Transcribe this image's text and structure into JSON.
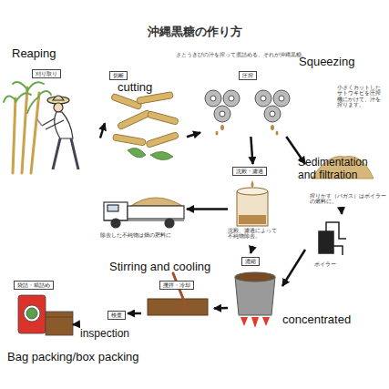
{
  "diagram": {
    "title": "沖縄黒糖の作り方",
    "nodes": [
      {
        "text": [
          "Reaping",
          "刈り取り"
        ]
      },
      {
        "text": [
          "切断",
          "cutting"
        ]
      },
      {
        "text": [
          "圧搾",
          "Squeezing",
          "小さくカットしたサトウキビを圧搾機にかけて、汁を搾ります。"
        ]
      },
      {
        "text": [
          "Sedimentation and filtration",
          "搾りかす（バガス）はボイラーの燃料に。"
        ]
      },
      {
        "text": [
          "沈殿・濾過",
          "沈殿、濾過によって不純物除去。"
        ]
      },
      {
        "text": [
          "除去した不純物は畑の肥料に"
        ]
      },
      {
        "text": [
          "ボイラー"
        ]
      },
      {
        "text": [
          "濃縮",
          "concentrated"
        ]
      },
      {
        "text": [
          "Stirring and cooling",
          "攪拌・冷却"
        ]
      },
      {
        "text": [
          "検査",
          "inspection"
        ]
      },
      {
        "text": [
          "袋詰・箱詰め",
          "Bag packing/box packing"
        ]
      }
    ],
    "edges": [
      {
        "from": 0,
        "to": 1,
        "arrow": "to"
      },
      {
        "from": 1,
        "to": 2,
        "arrow": "to"
      },
      {
        "from": 2,
        "to": 4,
        "arrow": "to"
      },
      {
        "from": 2,
        "to": 3,
        "arrow": "to"
      },
      {
        "from": 3,
        "to": 6,
        "arrow": "to"
      },
      {
        "from": 4,
        "to": 5,
        "arrow": "to"
      },
      {
        "from": 4,
        "to": 7,
        "arrow": "to"
      },
      {
        "from": 6,
        "to": 7,
        "arrow": "to"
      },
      {
        "from": 7,
        "to": 8,
        "arrow": "to"
      },
      {
        "from": 8,
        "to": 9,
        "arrow": "to"
      },
      {
        "from": 9,
        "to": 10,
        "arrow": "to"
      }
    ],
    "labels": [
      "さとうきびの汁を搾って煮詰める、それが沖縄黒糖。"
    ]
  }
}
